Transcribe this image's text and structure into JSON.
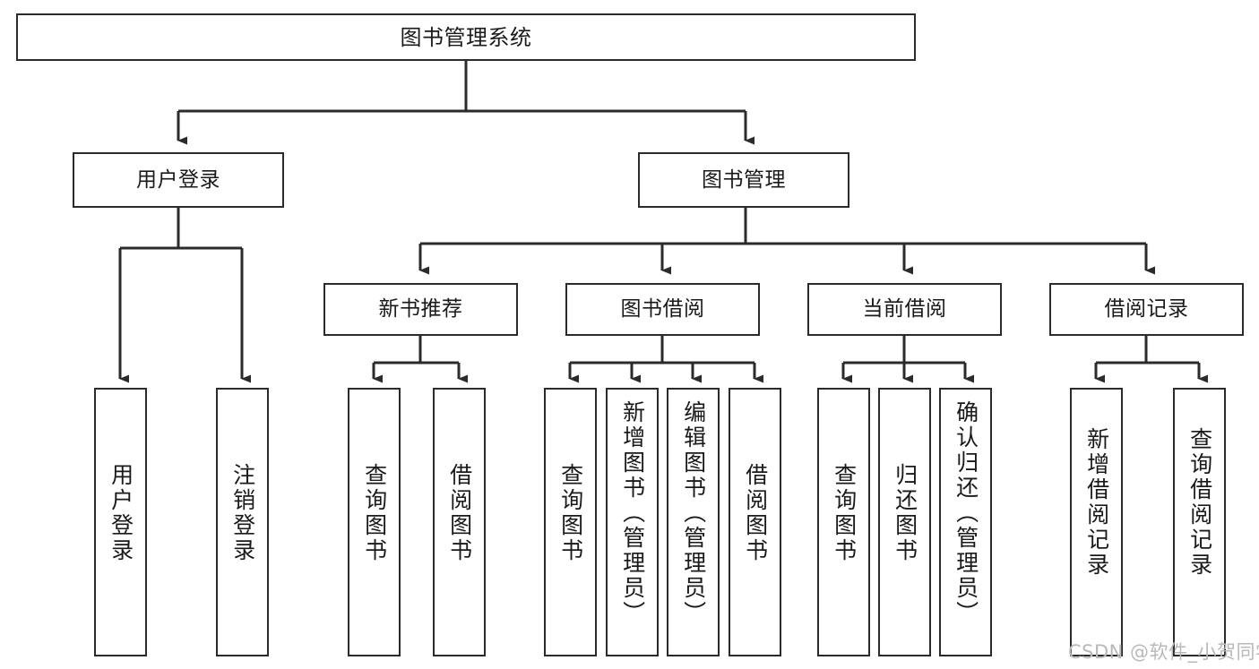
{
  "diagram": {
    "title": "图书管理系统",
    "type": "tree-hierarchy-chart",
    "colors": {
      "stroke": "#2b2b2b",
      "fill": "#ffffff",
      "text": "#1a1a1a",
      "watermark": "#b9b9b9"
    },
    "levels": [
      {
        "name": "root",
        "nodes": [
          {
            "id": "n-root",
            "label": "图书管理系统"
          }
        ]
      },
      {
        "name": "level-1",
        "nodes": [
          {
            "id": "n-user-login",
            "label": "用户登录"
          },
          {
            "id": "n-book-manage",
            "label": "图书管理"
          }
        ]
      },
      {
        "name": "level-2",
        "nodes": [
          {
            "id": "n-new-book-rec",
            "label": "新书推荐"
          },
          {
            "id": "n-book-borrow",
            "label": "图书借阅"
          },
          {
            "id": "n-current-borrow",
            "label": "当前借阅"
          },
          {
            "id": "n-borrow-record",
            "label": "借阅记录"
          }
        ]
      },
      {
        "name": "level-3",
        "nodes": [
          {
            "id": "leaf-1",
            "label": "用户登录",
            "parent": "n-user-login"
          },
          {
            "id": "leaf-2",
            "label": "注销登录",
            "parent": "n-user-login"
          },
          {
            "id": "leaf-3",
            "label": "查询图书",
            "parent": "n-new-book-rec"
          },
          {
            "id": "leaf-4",
            "label": "借阅图书",
            "parent": "n-new-book-rec"
          },
          {
            "id": "leaf-5",
            "label": "查询图书",
            "parent": "n-book-borrow"
          },
          {
            "id": "leaf-6",
            "label": "新增图书（管理员）",
            "parent": "n-book-borrow"
          },
          {
            "id": "leaf-7",
            "label": "编辑图书（管理员）",
            "parent": "n-book-borrow"
          },
          {
            "id": "leaf-8",
            "label": "借阅图书",
            "parent": "n-book-borrow"
          },
          {
            "id": "leaf-9",
            "label": "查询图书",
            "parent": "n-current-borrow"
          },
          {
            "id": "leaf-10",
            "label": "归还图书",
            "parent": "n-current-borrow"
          },
          {
            "id": "leaf-11",
            "label": "确认归还（管理员）",
            "parent": "n-current-borrow"
          },
          {
            "id": "leaf-12",
            "label": "新增借阅记录",
            "parent": "n-borrow-record"
          },
          {
            "id": "leaf-13",
            "label": "查询借阅记录",
            "parent": "n-borrow-record"
          }
        ]
      }
    ],
    "watermark": "CSDN @软件_小贺同学"
  }
}
